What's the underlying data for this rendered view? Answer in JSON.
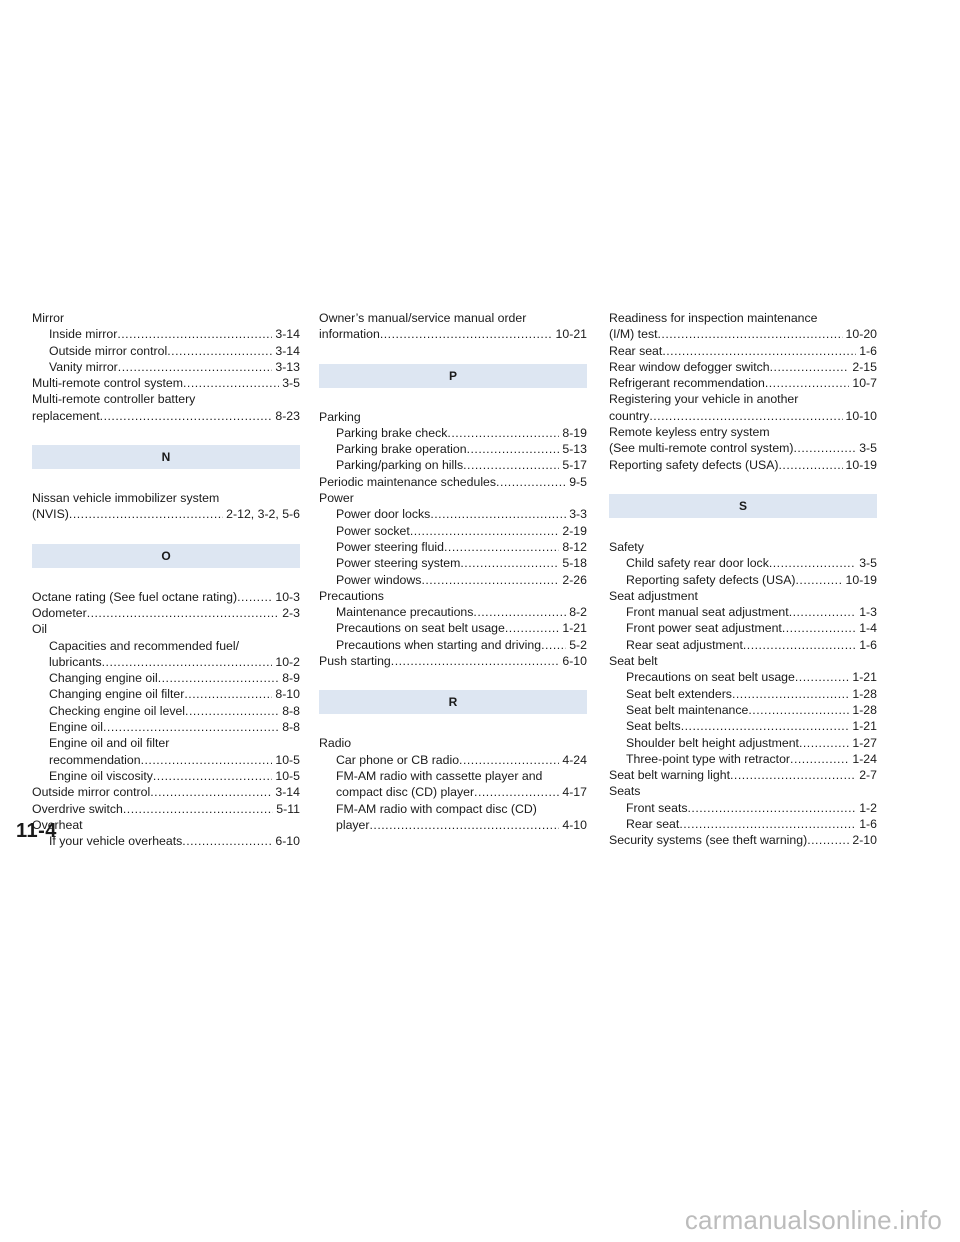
{
  "page": {
    "number": "11-4",
    "watermark": "carmanualsonline.info"
  },
  "columns": [
    [
      {
        "kind": "text",
        "text": "Mirror"
      },
      {
        "kind": "entry",
        "indent": true,
        "text": "Inside mirror",
        "page": "3-14"
      },
      {
        "kind": "entry",
        "indent": true,
        "text": "Outside mirror control",
        "page": "3-14"
      },
      {
        "kind": "entry",
        "indent": true,
        "text": "Vanity mirror",
        "page": "3-13"
      },
      {
        "kind": "entry",
        "text": "Multi-remote control system",
        "page": "3-5"
      },
      {
        "kind": "text",
        "text": "Multi-remote controller battery"
      },
      {
        "kind": "entry",
        "text": "replacement",
        "page": "8-23"
      },
      {
        "kind": "section",
        "text": "N"
      },
      {
        "kind": "text",
        "text": "Nissan vehicle immobilizer system"
      },
      {
        "kind": "entry",
        "text": "(NVIS)",
        "page": "2-12, 3-2, 5-6"
      },
      {
        "kind": "section",
        "text": "O"
      },
      {
        "kind": "entry",
        "text": "Octane rating (See fuel octane rating)",
        "page": "10-3"
      },
      {
        "kind": "entry",
        "text": "Odometer",
        "page": "2-3"
      },
      {
        "kind": "text",
        "text": "Oil"
      },
      {
        "kind": "text",
        "indent": true,
        "text": "Capacities and recommended fuel/"
      },
      {
        "kind": "entry",
        "indent": true,
        "text": "lubricants",
        "page": "10-2"
      },
      {
        "kind": "entry",
        "indent": true,
        "text": "Changing engine oil",
        "page": "8-9"
      },
      {
        "kind": "entry",
        "indent": true,
        "text": "Changing engine oil filter",
        "page": "8-10"
      },
      {
        "kind": "entry",
        "indent": true,
        "text": "Checking engine oil level",
        "page": "8-8"
      },
      {
        "kind": "entry",
        "indent": true,
        "text": "Engine oil",
        "page": "8-8"
      },
      {
        "kind": "text",
        "indent": true,
        "text": "Engine oil and oil filter"
      },
      {
        "kind": "entry",
        "indent": true,
        "text": "recommendation",
        "page": "10-5"
      },
      {
        "kind": "entry",
        "indent": true,
        "text": "Engine oil viscosity",
        "page": "10-5"
      },
      {
        "kind": "entry",
        "text": "Outside mirror control",
        "page": "3-14"
      },
      {
        "kind": "entry",
        "text": "Overdrive switch",
        "page": "5-11"
      },
      {
        "kind": "text",
        "text": "Overheat"
      },
      {
        "kind": "entry",
        "indent": true,
        "text": "If your vehicle overheats",
        "page": "6-10"
      }
    ],
    [
      {
        "kind": "text",
        "text": "Owner’s manual/service manual order"
      },
      {
        "kind": "entry",
        "text": "information",
        "page": "10-21"
      },
      {
        "kind": "section",
        "text": "P"
      },
      {
        "kind": "text",
        "text": "Parking"
      },
      {
        "kind": "entry",
        "indent": true,
        "text": "Parking brake check",
        "page": "8-19"
      },
      {
        "kind": "entry",
        "indent": true,
        "text": "Parking brake operation",
        "page": "5-13"
      },
      {
        "kind": "entry",
        "indent": true,
        "text": "Parking/parking on hills",
        "page": "5-17"
      },
      {
        "kind": "entry",
        "text": "Periodic maintenance schedules",
        "page": "9-5"
      },
      {
        "kind": "text",
        "text": "Power"
      },
      {
        "kind": "entry",
        "indent": true,
        "text": "Power door locks",
        "page": "3-3"
      },
      {
        "kind": "entry",
        "indent": true,
        "text": "Power socket",
        "page": "2-19"
      },
      {
        "kind": "entry",
        "indent": true,
        "text": "Power steering fluid",
        "page": "8-12"
      },
      {
        "kind": "entry",
        "indent": true,
        "text": "Power steering system",
        "page": "5-18"
      },
      {
        "kind": "entry",
        "indent": true,
        "text": "Power windows",
        "page": "2-26"
      },
      {
        "kind": "text",
        "text": "Precautions"
      },
      {
        "kind": "entry",
        "indent": true,
        "text": "Maintenance precautions",
        "page": "8-2"
      },
      {
        "kind": "entry",
        "indent": true,
        "text": "Precautions on seat belt usage",
        "page": "1-21"
      },
      {
        "kind": "entry",
        "indent": true,
        "text": "Precautions when starting and driving",
        "page": "5-2"
      },
      {
        "kind": "entry",
        "text": "Push starting",
        "page": "6-10"
      },
      {
        "kind": "section",
        "text": "R"
      },
      {
        "kind": "text",
        "text": "Radio"
      },
      {
        "kind": "entry",
        "indent": true,
        "text": "Car phone or CB radio",
        "page": "4-24"
      },
      {
        "kind": "text",
        "indent": true,
        "text": "FM-AM radio with cassette player and"
      },
      {
        "kind": "entry",
        "indent": true,
        "text": "compact disc (CD) player",
        "page": "4-17"
      },
      {
        "kind": "text",
        "indent": true,
        "text": "FM-AM radio with compact disc (CD)"
      },
      {
        "kind": "entry",
        "indent": true,
        "text": "player",
        "page": "4-10"
      }
    ],
    [
      {
        "kind": "text",
        "text": "Readiness for inspection maintenance"
      },
      {
        "kind": "entry",
        "text": "(I/M) test",
        "page": "10-20"
      },
      {
        "kind": "entry",
        "text": "Rear seat",
        "page": "1-6"
      },
      {
        "kind": "entry",
        "text": "Rear window defogger switch",
        "page": "2-15"
      },
      {
        "kind": "entry",
        "text": "Refrigerant recommendation",
        "page": "10-7"
      },
      {
        "kind": "text",
        "text": "Registering your vehicle in another"
      },
      {
        "kind": "entry",
        "text": "country",
        "page": "10-10"
      },
      {
        "kind": "text",
        "text": "Remote keyless entry system"
      },
      {
        "kind": "entry",
        "text": "(See multi-remote control system)",
        "page": "3-5"
      },
      {
        "kind": "entry",
        "text": "Reporting safety defects (USA)",
        "page": "10-19"
      },
      {
        "kind": "section",
        "text": "S"
      },
      {
        "kind": "text",
        "text": "Safety"
      },
      {
        "kind": "entry",
        "indent": true,
        "text": "Child safety rear door lock",
        "page": "3-5"
      },
      {
        "kind": "entry",
        "indent": true,
        "text": "Reporting safety defects (USA)",
        "page": "10-19"
      },
      {
        "kind": "text",
        "text": "Seat adjustment"
      },
      {
        "kind": "entry",
        "indent": true,
        "text": "Front manual seat adjustment",
        "page": "1-3"
      },
      {
        "kind": "entry",
        "indent": true,
        "text": "Front power seat adjustment",
        "page": "1-4"
      },
      {
        "kind": "entry",
        "indent": true,
        "text": "Rear seat adjustment",
        "page": "1-6"
      },
      {
        "kind": "text",
        "text": "Seat belt"
      },
      {
        "kind": "entry",
        "indent": true,
        "text": "Precautions on seat belt usage",
        "page": "1-21"
      },
      {
        "kind": "entry",
        "indent": true,
        "text": "Seat belt extenders",
        "page": "1-28"
      },
      {
        "kind": "entry",
        "indent": true,
        "text": "Seat belt maintenance",
        "page": "1-28"
      },
      {
        "kind": "entry",
        "indent": true,
        "text": "Seat belts",
        "page": "1-21"
      },
      {
        "kind": "entry",
        "indent": true,
        "text": "Shoulder belt height adjustment",
        "page": "1-27"
      },
      {
        "kind": "entry",
        "indent": true,
        "text": "Three-point type with retractor",
        "page": "1-24"
      },
      {
        "kind": "entry",
        "text": "Seat belt warning light",
        "page": "2-7"
      },
      {
        "kind": "text",
        "text": "Seats"
      },
      {
        "kind": "entry",
        "indent": true,
        "text": "Front seats",
        "page": "1-2"
      },
      {
        "kind": "entry",
        "indent": true,
        "text": "Rear seat",
        "page": "1-6"
      },
      {
        "kind": "entry",
        "text": "Security systems (see theft warning)",
        "page": "2-10"
      }
    ]
  ]
}
